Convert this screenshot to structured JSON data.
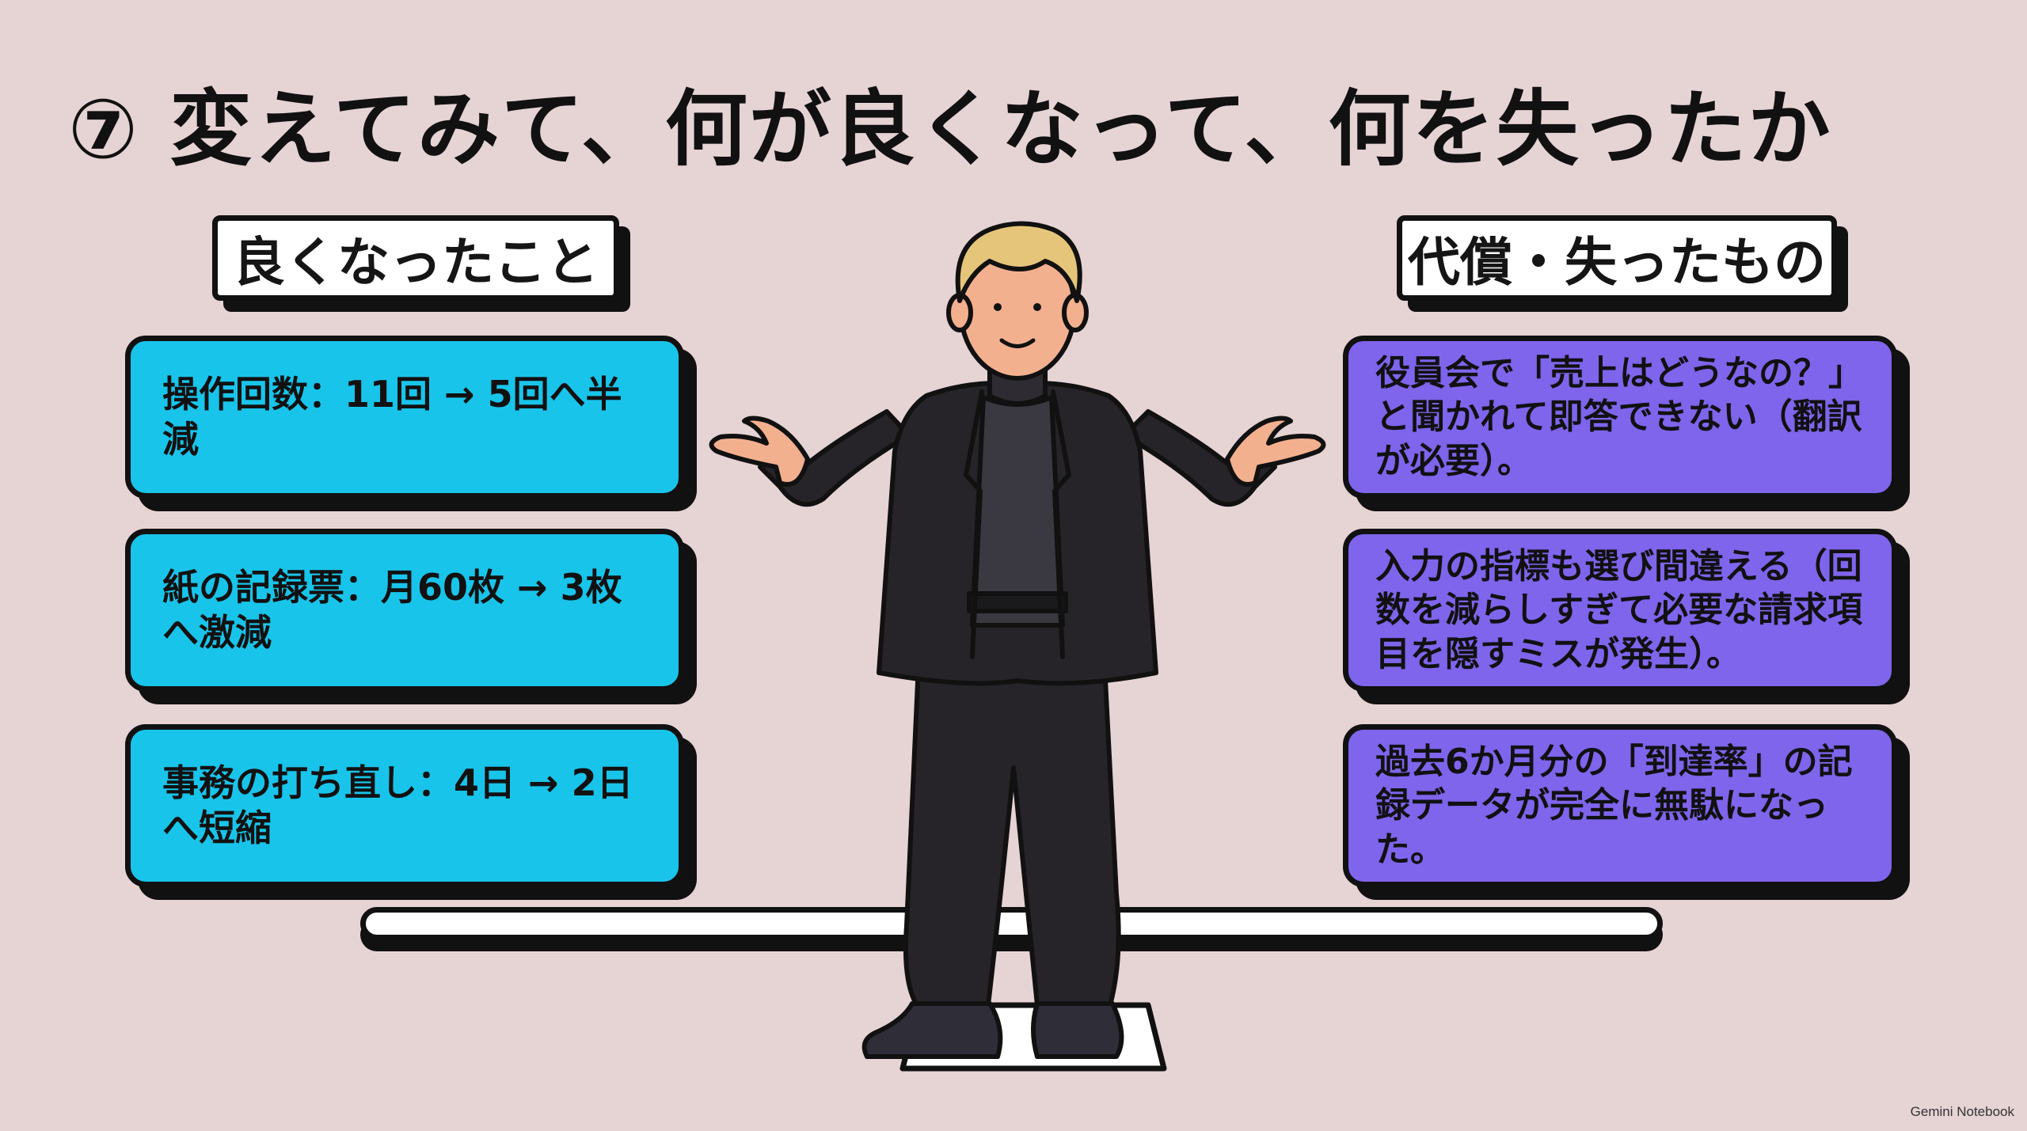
{
  "title": "⑦ 変えてみて、何が良くなって、何を失ったか",
  "left": {
    "header": "良くなったこと",
    "items": [
      "操作回数：11回 → 5回へ半減",
      "紙の記録票：月60枚 → 3枚へ激減",
      "事務の打ち直し：4日 → 2日へ短縮"
    ]
  },
  "right": {
    "header": "代償・失ったもの",
    "items": [
      "役員会で「売上はどうなの？」と聞かれて即答できない（翻訳が必要）。",
      "入力の指標も選び間違える（回数を減らしすぎて必要な請求項目を隠すミスが発生）。",
      "過去6か月分の「到達率」の記録データが完全に無駄になった。"
    ]
  },
  "watermark": "Gemini Notebook",
  "colors": {
    "background": "#e6d3d4",
    "good_card": "#19c4ea",
    "bad_card": "#7f64ec"
  }
}
